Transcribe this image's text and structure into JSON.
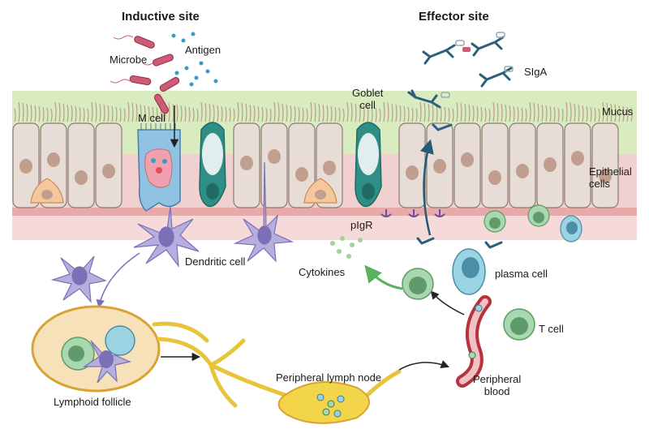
{
  "titles": {
    "inductive": "Inductive site",
    "effector": "Effector site"
  },
  "layers": {
    "mucus": "Mucus",
    "epithelial_line1": "Epithelial",
    "epithelial_line2": "cells"
  },
  "labels": {
    "microbe": "Microbe",
    "antigen": "Antigen",
    "m_cell": "M cell",
    "goblet_line1": "Goblet",
    "goblet_line2": "cell",
    "siga": "SIgA",
    "pigr": "pIgR",
    "dendritic_cell": "Dendritic cell",
    "cytokines": "Cytokines",
    "plasma_cell": "plasma cell",
    "t_cell": "T cell",
    "lymphoid_follicle": "Lymphoid follicle",
    "peripheral_lymph_node": "Peripheral lymph node",
    "peripheral_blood_line1": "Peripheral",
    "peripheral_blood_line2": "blood"
  },
  "colors": {
    "mucus": "#d9ecbf",
    "epithelial_band": "#eec6c6",
    "lamina": "#f7dede",
    "cell_fill": "#e7ddd6",
    "cell_stroke": "#8a7b72",
    "nucleus": "#c19f8f",
    "goblet": "#2f8f86",
    "m_cell": "#8fc2e3",
    "dendritic": "#b6afdd",
    "plasma": "#9bd3e3",
    "t_cell": "#a8d8b0",
    "lymph": "#f2d54a",
    "blood_vessel": "#b8323c",
    "antibody": "#2d5f7a",
    "microbe": "#cf5a74",
    "antigen": "#3a9bc8",
    "cytokine_arrow": "#58b45a"
  }
}
